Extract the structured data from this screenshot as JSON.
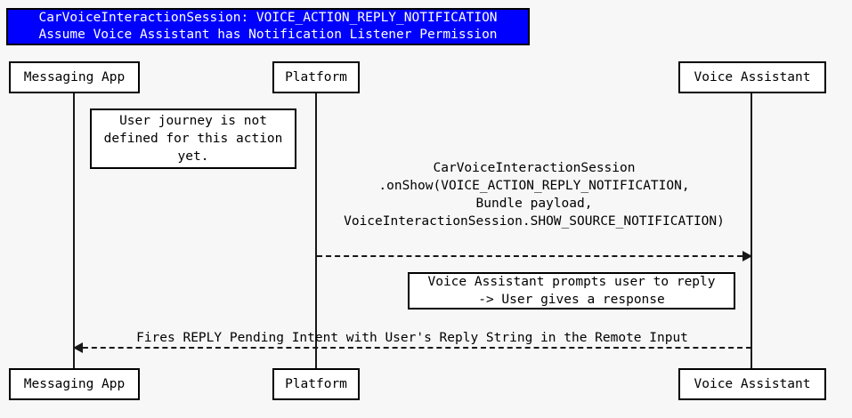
{
  "diagram": {
    "type": "sequence-diagram",
    "background_color": "#f7f7f7",
    "line_color": "#181818"
  },
  "title": {
    "background_color": "#0000ff",
    "text_color": "#ffffff",
    "line1": "CarVoiceInteractionSession: VOICE_ACTION_REPLY_NOTIFICATION",
    "line2": "Assume Voice Assistant has Notification Listener Permission"
  },
  "participants": {
    "top": [
      {
        "label": "Messaging App"
      },
      {
        "label": "Platform"
      },
      {
        "label": "Voice Assistant"
      }
    ],
    "bottom": [
      {
        "label": "Messaging App"
      },
      {
        "label": "Platform"
      },
      {
        "label": "Voice Assistant"
      }
    ]
  },
  "notes": [
    {
      "id": "note-user-journey",
      "lines": [
        "User journey is not",
        "defined for this action",
        "yet."
      ]
    },
    {
      "id": "note-voice-prompt",
      "lines": [
        "Voice Assistant prompts user to reply",
        "-> User gives a response"
      ]
    }
  ],
  "messages": [
    {
      "id": "message-onshow",
      "from": "Platform",
      "to": "Voice Assistant",
      "direction": "right",
      "style": "dashed",
      "lines": [
        "CarVoiceInteractionSession",
        ".onShow(VOICE_ACTION_REPLY_NOTIFICATION,",
        "Bundle payload,",
        "VoiceInteractionSession.SHOW_SOURCE_NOTIFICATION)"
      ]
    },
    {
      "id": "message-reply-intent",
      "from": "Voice Assistant",
      "to": "Messaging App",
      "direction": "left",
      "style": "dashed",
      "lines": [
        "Fires REPLY Pending Intent with User's Reply String in the Remote Input"
      ]
    }
  ]
}
